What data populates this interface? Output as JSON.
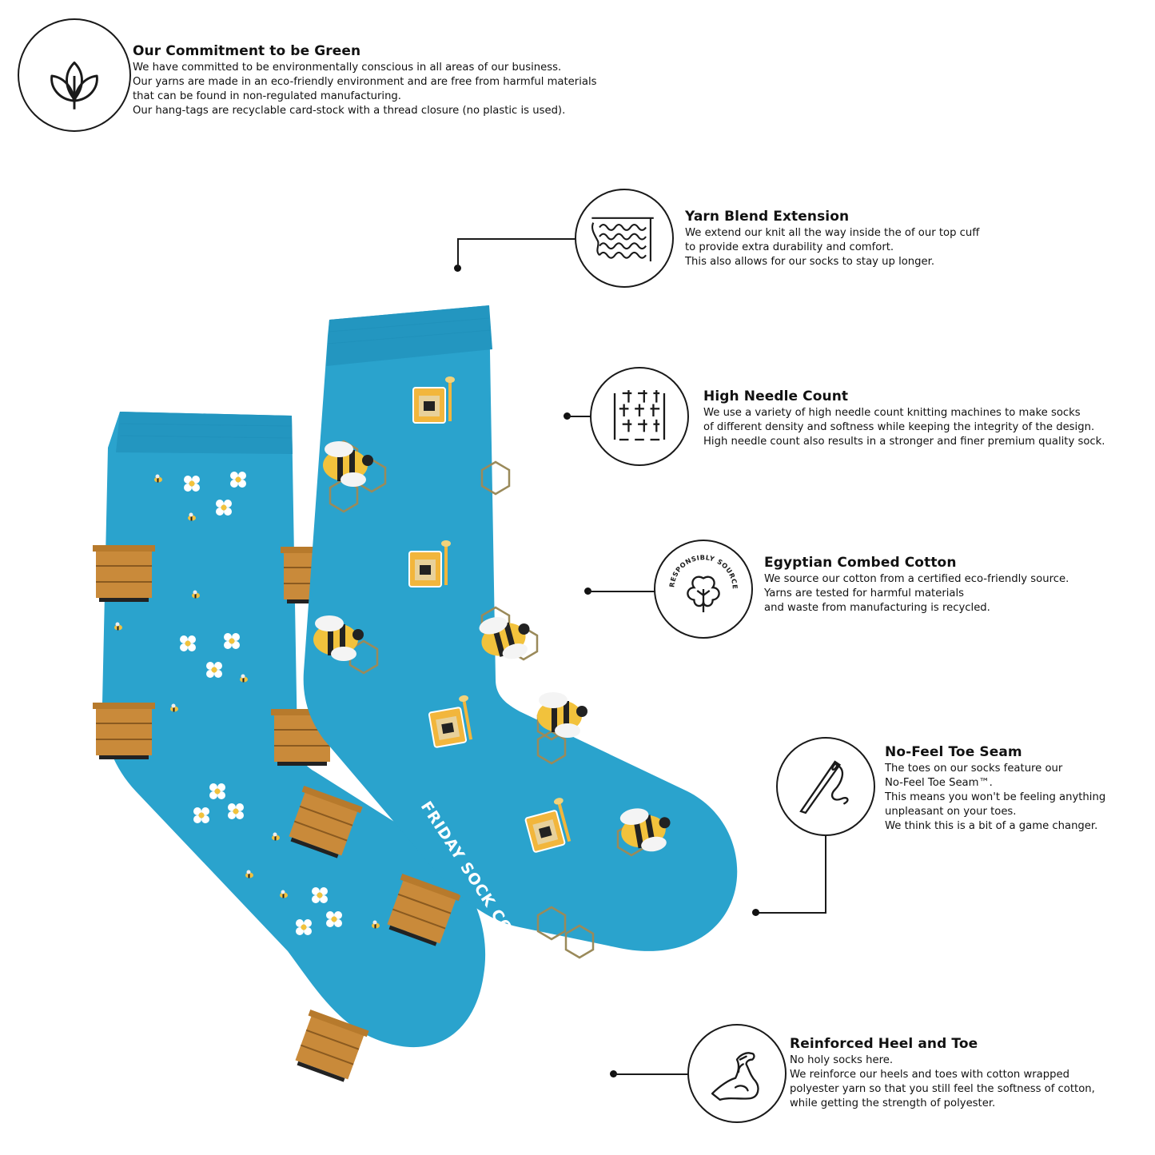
{
  "commitment": {
    "title": "Our Commitment to be Green",
    "lines": [
      "We have committed to be environmentally conscious in all areas of our business.",
      "Our yarns are made in an eco-friendly environment and are free from harmful materials",
      "that can be found in non-regulated manufacturing.",
      "Our hang-tags are recyclable card-stock with a thread closure (no plastic is used)."
    ],
    "icon": "leaves-icon"
  },
  "features": [
    {
      "key": "yarn",
      "title": "Yarn Blend Extension",
      "lines": [
        "We extend our knit all the way inside the of our top cuff",
        "to provide extra durability and comfort.",
        "This also allows for our socks to stay up longer."
      ],
      "icon": "knit-stitch-icon"
    },
    {
      "key": "needle",
      "title": "High Needle Count",
      "lines": [
        "We use a variety of high needle count knitting machines to make socks",
        "of different density and softness while keeping the integrity of the design.",
        "High needle count also results in a stronger and finer premium quality sock."
      ],
      "icon": "weave-grid-icon"
    },
    {
      "key": "cotton",
      "title": "Egyptian Combed Cotton",
      "lines": [
        "We source our cotton from a certified eco-friendly source.",
        "Yarns are tested for harmful materials",
        "and waste from manufacturing is recycled."
      ],
      "icon": "cotton-boll-icon",
      "badge_text": "RESPONSIBLY SOURCED COTTON"
    },
    {
      "key": "toe",
      "title": "No-Feel Toe Seam",
      "lines": [
        "The toes on our socks feature our",
        "No-Feel Toe Seam™.",
        "This means you won't be feeling anything",
        "unpleasant on your toes.",
        "We think this is a bit of a game changer."
      ],
      "icon": "needle-thread-icon"
    },
    {
      "key": "heel",
      "title": "Reinforced Heel and Toe",
      "lines": [
        "No holy socks here.",
        "We reinforce our heels and toes with cotton wrapped",
        "polyester yarn so that you still feel the softness of cotton,",
        "while getting the strength of polyester."
      ],
      "icon": "flexed-arm-icon"
    }
  ],
  "socks": {
    "brand_left": "FRIDAY SOCK CO.",
    "brand_right": "FRIDAY SOCK CO.",
    "colors": {
      "sock": "#2aa3cd",
      "sock_dark": "#1f8fb8",
      "hive": "#c98a3a",
      "honey": "#f2b63c",
      "flower": "#ffffff"
    }
  }
}
